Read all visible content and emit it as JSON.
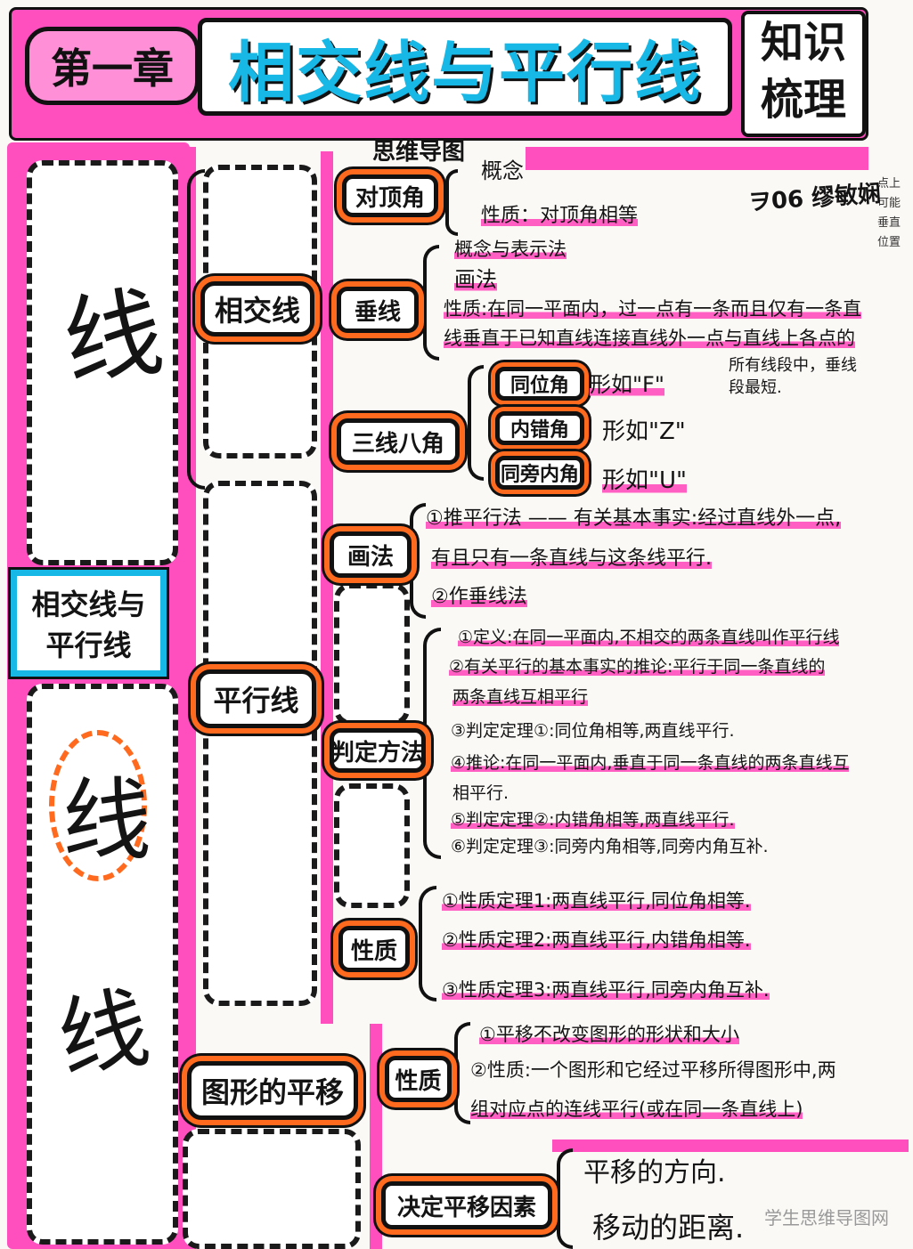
{
  "header": {
    "chapter": "第一章",
    "title": "相交线与平行线",
    "summary_line1": "知识",
    "summary_line2": "梳理",
    "mindmap_label": "思维导图"
  },
  "side_note": "ヲ06 缪敏娴",
  "margin_snippet": [
    "点上",
    "可能",
    "垂直",
    "位置"
  ],
  "root": {
    "line1": "相交线与",
    "line2": "平行线"
  },
  "deco_text": [
    "线",
    "线",
    "线"
  ],
  "nodes": {
    "intersecting": "相交线",
    "parallel": "平行线",
    "translation": "图形的平移",
    "vertical_angles": "对顶角",
    "perpendicular": "垂线",
    "three_lines": "三线八角",
    "drawing": "画法",
    "criteria": "判定方法",
    "properties": "性质",
    "trans_props": "性质",
    "trans_factors": "决定平移因素",
    "corresponding": "同位角",
    "alternate": "内错角",
    "co_interior": "同旁内角"
  },
  "texts": {
    "va_concept": "概念",
    "va_property": "性质：对顶角相等",
    "perp_concept": "概念与表示法",
    "perp_draw": "画法",
    "perp_prop_1": "性质:在同一平面内，过一点有一条而且仅有一条直",
    "perp_prop_2": "线垂直于已知直线连接直线外一点与直线上各点的",
    "perp_prop_3": "所有线段中，垂线",
    "perp_prop_4": "段最短.",
    "shape_f": "形如\"F\"",
    "shape_z": "形如\"Z\"",
    "shape_u": "形如\"U\"",
    "draw_1": "①推平行法 —— 有关基本事实:经过直线外一点,",
    "draw_2": "有且只有一条直线与这条线平行.",
    "draw_3": "②作垂线法",
    "crit_1": "①定义:在同一平面内,不相交的两条直线叫作平行线",
    "crit_2": "②有关平行的基本事实的推论:平行于同一条直线的",
    "crit_3": "两条直线互相平行",
    "crit_4": "③判定定理①:同位角相等,两直线平行.",
    "crit_5": "④推论:在同一平面内,垂直于同一条直线的两条直线互",
    "crit_6": "相平行.",
    "crit_7": "⑤判定定理②:内错角相等,两直线平行.",
    "crit_8": "⑥判定定理③:同旁内角相等,同旁内角互补.",
    "prop_1": "①性质定理1:两直线平行,同位角相等.",
    "prop_2": "②性质定理2:两直线平行,内错角相等.",
    "prop_3": "③性质定理3:两直线平行,同旁内角互补.",
    "tp_1": "①平移不改变图形的形状和大小",
    "tp_2": "②性质:一个图形和它经过平移所得图形中,两",
    "tp_3": "组对应点的连线平行(或在同一条直线上)",
    "tf_1": "平移的方向.",
    "tf_2": "移动的距离."
  },
  "watermark": "学生思维导图网",
  "colors": {
    "pink": "#ff4fbf",
    "orange": "#ff6a1f",
    "cyan": "#17b8e6"
  }
}
